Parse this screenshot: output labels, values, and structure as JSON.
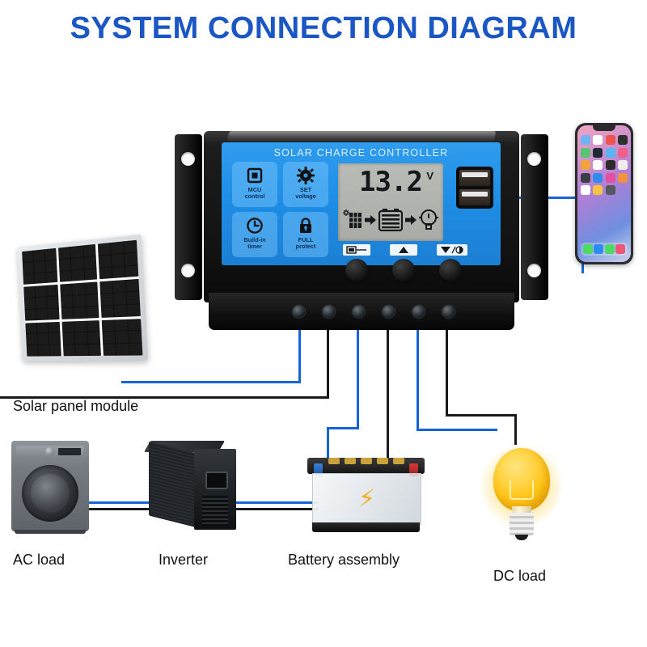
{
  "title": "SYSTEM CONNECTION DIAGRAM",
  "colors": {
    "title_blue": "#1a56c4",
    "wire_blue": "#1565d8",
    "wire_black": "#1a1a1a",
    "faceplate_blue": "#1f8ee6",
    "battery_neg": "#3a7fd5",
    "battery_pos": "#d53a3a",
    "bulb_yellow": "#ffc61a"
  },
  "controller": {
    "name": "solar-charge-controller",
    "title": "SOLAR CHARGE CONTROLLER",
    "features": [
      {
        "id": "mcu",
        "icon": "chip-icon",
        "line1": "MCU",
        "line2": "control"
      },
      {
        "id": "set",
        "icon": "gear-icon",
        "line1": "SET",
        "line2": "voltage"
      },
      {
        "id": "timer",
        "icon": "clock-icon",
        "line1": "Build-in",
        "line2": "timer"
      },
      {
        "id": "full",
        "icon": "lock-icon",
        "line1": "FULL",
        "line2": "protect"
      }
    ],
    "display": {
      "value": "13.2",
      "unit": "V",
      "flow": [
        "solar-panel-icon",
        "arrow-right-icon",
        "battery-icon",
        "arrow-right-icon",
        "bulb-icon"
      ]
    },
    "buttons": [
      {
        "id": "menu",
        "icon": "panel-button-icon"
      },
      {
        "id": "up",
        "icon": "triangle-up-icon"
      },
      {
        "id": "down",
        "icon": "triangle-down-contrast-icon"
      }
    ],
    "usb": {
      "label": "dual-usb-port",
      "ports": 2
    },
    "terminals": [
      {
        "index": 1,
        "wire": "blue"
      },
      {
        "index": 2,
        "wire": "black"
      },
      {
        "index": 3,
        "wire": "blue"
      },
      {
        "index": 4,
        "wire": "black"
      },
      {
        "index": 5,
        "wire": "blue"
      },
      {
        "index": 6,
        "wire": "black"
      }
    ]
  },
  "devices": {
    "solar_panel": {
      "label": "Solar panel module",
      "icon": "solar-panel-module"
    },
    "ac_load": {
      "label": "AC load",
      "icon": "washing-machine"
    },
    "inverter": {
      "label": "Inverter",
      "icon": "inverter-box"
    },
    "battery": {
      "label": "Battery assembly",
      "icon": "lead-acid-battery"
    },
    "dc_load": {
      "label": "DC load",
      "icon": "light-bulb"
    },
    "phone": {
      "icon": "smartphone",
      "connection": "usb-charge"
    }
  },
  "phone_apps": {
    "row1": [
      "#6fb3f2",
      "#ef5350",
      "#f4f4f4",
      "#2f2f2f"
    ],
    "row2": [
      "#58c470",
      "#1f2933",
      "#58b6f0",
      "#ef5f8a"
    ],
    "row3": [
      "#f2a33c",
      "#fafafa",
      "#2b2b2b",
      "#eeeeee"
    ],
    "row4": [
      "#3a3f45",
      "#2e8bf0",
      "#e44fa0",
      "#f2923c"
    ],
    "row5": [
      "#ffffff",
      "#f5c542",
      "#55595e",
      "#ffffff"
    ],
    "dock": [
      "#4cd964",
      "#2e8bf0",
      "#4cd964",
      "#ee5577"
    ]
  }
}
